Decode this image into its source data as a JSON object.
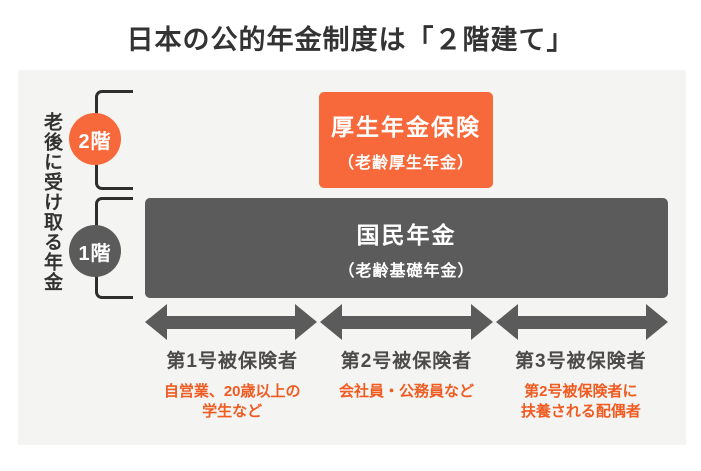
{
  "title": "日本の公的年金制度は「２階建て」",
  "side_label": "老後に受け取る年金",
  "tiers": [
    {
      "badge": "2階",
      "box_title": "厚生年金保険",
      "box_subtitle": "（老齢厚生年金）"
    },
    {
      "badge": "1階",
      "box_title": "国民年金",
      "box_subtitle": "（老齢基礎年金）"
    }
  ],
  "categories": [
    {
      "label": "第1号被保険者",
      "description": "自営業、20歳以上の\n学生など"
    },
    {
      "label": "第2号被保険者",
      "description": "会社員・公務員など"
    },
    {
      "label": "第3号被保険者",
      "description": "第2号被保険者に\n扶養される配偶者"
    }
  ],
  "colors": {
    "orange": "#F7693B",
    "orange_text": "#EF5B21",
    "dark_gray": "#5B5B5B",
    "bracket": "#2E2E2E",
    "ink": "#333333",
    "category_label": "#4D4A4A",
    "panel_bg": "#F4F4F3",
    "page_bg": "#FFFFFF"
  }
}
